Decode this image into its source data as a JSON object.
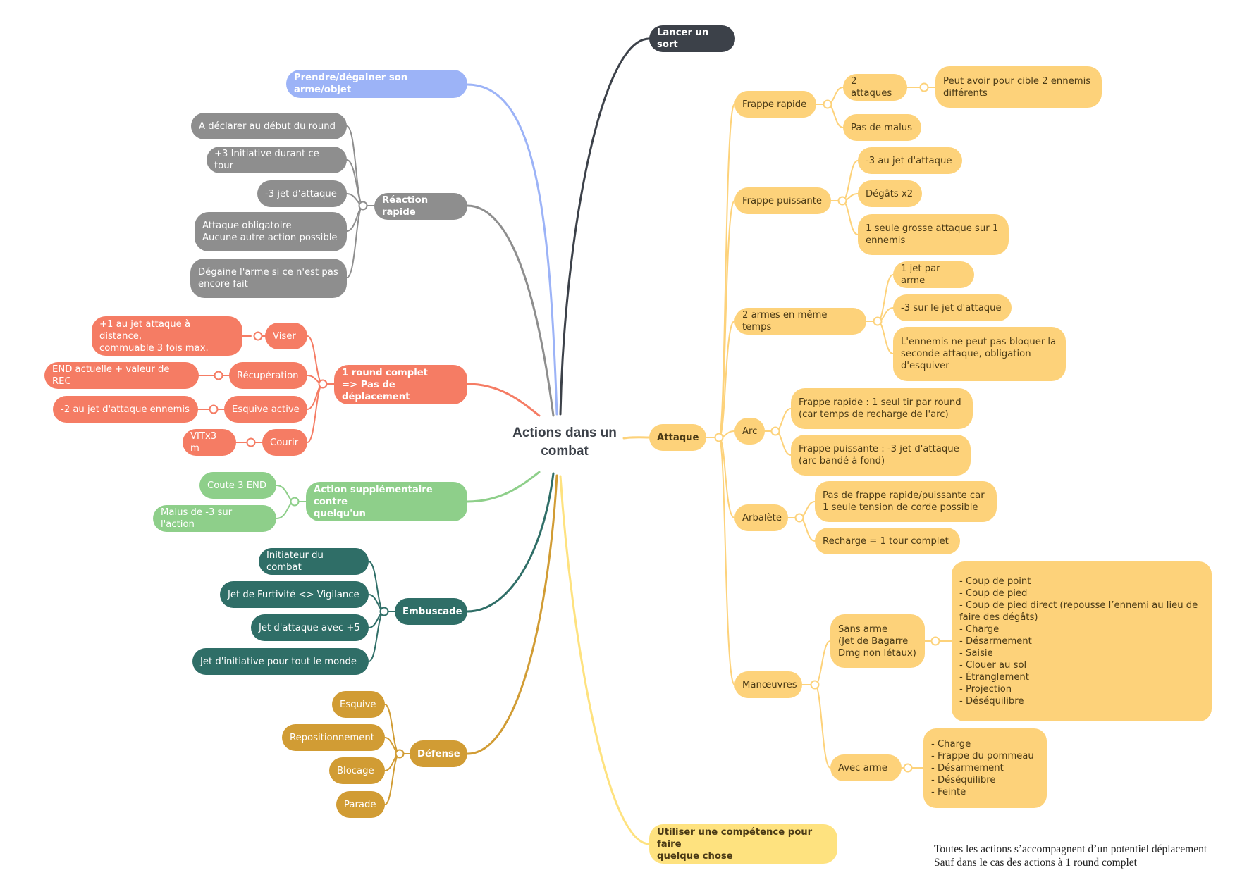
{
  "center": "Actions dans un\ncombat",
  "note": "Toutes les actions s’accompagnent d’un potentiel déplacement\nSauf dans le cas des actions à 1 round complet",
  "colors": {
    "dark": "#3c4149",
    "blue": "#9cb3f7",
    "grey": "#8e8e8e",
    "red": "#f57c64",
    "green": "#8ecf8a",
    "teal": "#2f6e67",
    "gold": "#d19c34",
    "yellow": "#fdd27a",
    "yellow_light": "#fee27f"
  },
  "branches": {
    "lancer": "Lancer un sort",
    "prendre": "Prendre/dégainer son arme/objet",
    "reaction": {
      "label": "Réaction rapide",
      "items": [
        "A déclarer au début du round",
        "+3 Initiative durant ce tour",
        "-3 jet d'attaque",
        "Attaque obligatoire\nAucune autre action possible",
        "Dégaine l'arme si ce n'est pas\nencore fait"
      ]
    },
    "round": {
      "label": "1 round complet\n=> Pas de déplacement",
      "items": [
        {
          "label": "Viser",
          "detail": "+1 au jet attaque à distance,\ncommuable 3 fois max."
        },
        {
          "label": "Récupération",
          "detail": "END actuelle + valeur de REC"
        },
        {
          "label": "Esquive active",
          "detail": "-2 au jet d'attaque ennemis"
        },
        {
          "label": "Courir",
          "detail": "VITx3 m"
        }
      ]
    },
    "supp": {
      "label": "Action supplémentaire contre\nquelqu'un",
      "items": [
        "Coute 3 END",
        "Malus de -3 sur l'action"
      ]
    },
    "embuscade": {
      "label": "Embuscade",
      "items": [
        "Initiateur du combat",
        "Jet de Furtivité <> Vigilance",
        "Jet d'attaque avec +5",
        "Jet d'initiative pour tout le monde"
      ]
    },
    "defense": {
      "label": "Défense",
      "items": [
        "Esquive",
        "Repositionnement",
        "Blocage",
        "Parade"
      ]
    },
    "attaque": {
      "label": "Attaque",
      "frappe_rapide": {
        "label": "Frappe rapide",
        "deux_attaques": "2 attaques",
        "cible": "Peut avoir pour cible 2 ennemis\ndifférents",
        "malus": "Pas de malus"
      },
      "frappe_puissante": {
        "label": "Frappe puissante",
        "items": [
          "-3 au jet d'attaque",
          "Dégâts x2",
          "1 seule grosse attaque sur 1\nennemis"
        ]
      },
      "deux_armes": {
        "label": "2 armes en même temps",
        "items": [
          "1 jet par arme",
          "-3 sur le jet d'attaque",
          "L'ennemis ne peut pas bloquer la\nseconde attaque, obligation\nd'esquiver"
        ]
      },
      "arc": {
        "label": "Arc",
        "items": [
          "Frappe rapide : 1 seul tir par round\n(car temps de recharge de l'arc)",
          "Frappe puissante : -3 jet d'attaque\n(arc bandé à fond)"
        ]
      },
      "arbalete": {
        "label": "Arbalète",
        "items": [
          "Pas de frappe rapide/puissante car\n1 seule tension de corde possible",
          "Recharge = 1 tour complet"
        ]
      },
      "manoeuvres": {
        "label": "Manœuvres",
        "sans_arme": "Sans arme\n(Jet de Bagarre\nDmg non létaux)",
        "sans_arme_list": "- Coup de point\n- Coup de pied\n- Coup de pied direct (repousse l’ennemi au lieu de\nfaire des dégâts)\n- Charge\n- Désarmement\n- Saisie\n- Clouer au sol\n- Étranglement\n- Projection\n- Déséquilibre",
        "avec_arme": "Avec arme",
        "avec_arme_list": "- Charge\n- Frappe du pommeau\n- Désarmement\n- Déséquilibre\n- Feinte"
      }
    },
    "competence": "Utiliser une compétence pour faire\nquelque chose"
  }
}
